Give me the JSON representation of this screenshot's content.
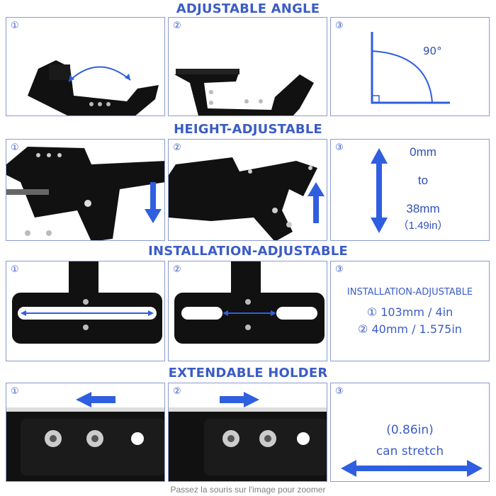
{
  "sections": [
    {
      "title": "ADJUSTABLE ANGLE"
    },
    {
      "title": "HEIGHT-ADJUSTABLE"
    },
    {
      "title": "INSTALLATION-ADJUSTABLE"
    },
    {
      "title": "EXTENDABLE HOLDER"
    }
  ],
  "markers": {
    "one": "①",
    "two": "②",
    "three": "③"
  },
  "angle": {
    "label": "90°"
  },
  "height": {
    "from": "0mm",
    "to_word": "to",
    "to": "38mm",
    "inches": "（1.49in）"
  },
  "installation": {
    "title": "INSTALLATION-ADJUSTABLE",
    "line1": "① 103mm / 4in",
    "line2": "② 40mm / 1.575in"
  },
  "extend": {
    "inches": "(0.86in)",
    "text": "can stretch"
  },
  "footer": "Passez la souris sur l'image pour zoomer",
  "colors": {
    "accent": "#3b5cc6",
    "arrow": "#2f5fe0",
    "metal": "#111111",
    "border": "#8a9ad0"
  }
}
